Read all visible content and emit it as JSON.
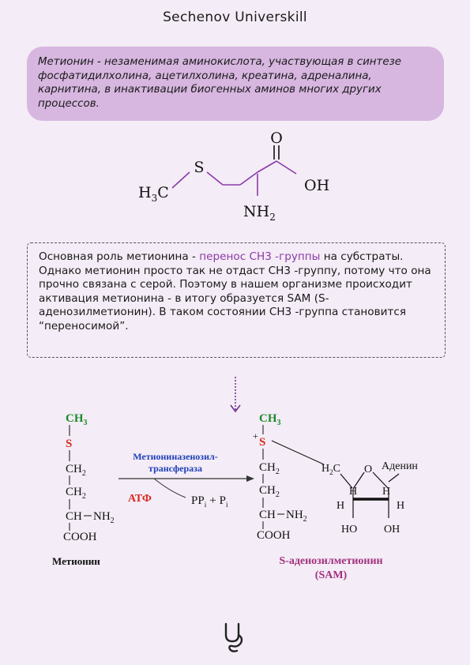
{
  "header": {
    "brand": "Sechenov Universkill"
  },
  "intro": {
    "text": "Метионин - незаменимая аминокислота, участвующая в синтезе фосфатидилхолина, ацетилхолина, креатина, адреналина, карнитина, в инактивации биогенных аминов многих других процессов."
  },
  "methionine_skeleton": {
    "labels": {
      "s": "S",
      "o": "O",
      "oh": "OH",
      "h3c_h": "H",
      "h3c_sub": "3",
      "h3c_c": "C",
      "nh_main": "NH",
      "nh_sub": "2"
    }
  },
  "explanation": {
    "part1": "Основная роль метионина - ",
    "highlight": "перенос СН3 -группы",
    "part2": " на субстраты. Однако метионин просто так не отдаст СН3 -группу, потому что она прочно связана с серой. Поэтому в нашем организме происходит активация метионина - в итогу образуется SAM (S-аденозилметионин). В таком состоянии СН3 -группа становится “переносимой”."
  },
  "reaction": {
    "left": {
      "ch3": "CH",
      "ch3_sub": "3",
      "s": "S",
      "ch2a": "CH",
      "ch2b": "CH",
      "ch2_sub": "2",
      "ch": "CH",
      "nh2": "NH",
      "nh2_sub": "2",
      "cooh": "COOH",
      "name": "Метионин"
    },
    "enzyme_line1": "Метиониназенозил-",
    "enzyme_line2": "трансфераза",
    "atp": "АТФ",
    "pp": "PP",
    "pp_sub": "i",
    "plus": "+",
    "p": "P",
    "p_sub": "i",
    "right": {
      "ch3": "CH",
      "ch3_sub": "3",
      "s": "S",
      "plus_charge": "+",
      "ch2a": "CH",
      "ch2b": "CH",
      "ch2_sub": "2",
      "ch": "CH",
      "nh2": "NH",
      "nh2_sub": "2",
      "cooh": "COOH",
      "name_line1": "S-аденозилметионин",
      "name_line2": "(SAM)"
    },
    "ribose": {
      "h2c": "H",
      "h2c_sub": "2",
      "h2c_c": "C",
      "o": "O",
      "adenine": "Аденин",
      "h": "H",
      "ho": "HO",
      "oh": "OH"
    },
    "colors": {
      "green": "#1a8a2a",
      "red": "#d8281e",
      "blue": "#1f3fb8",
      "purple": "#a0317f"
    }
  }
}
